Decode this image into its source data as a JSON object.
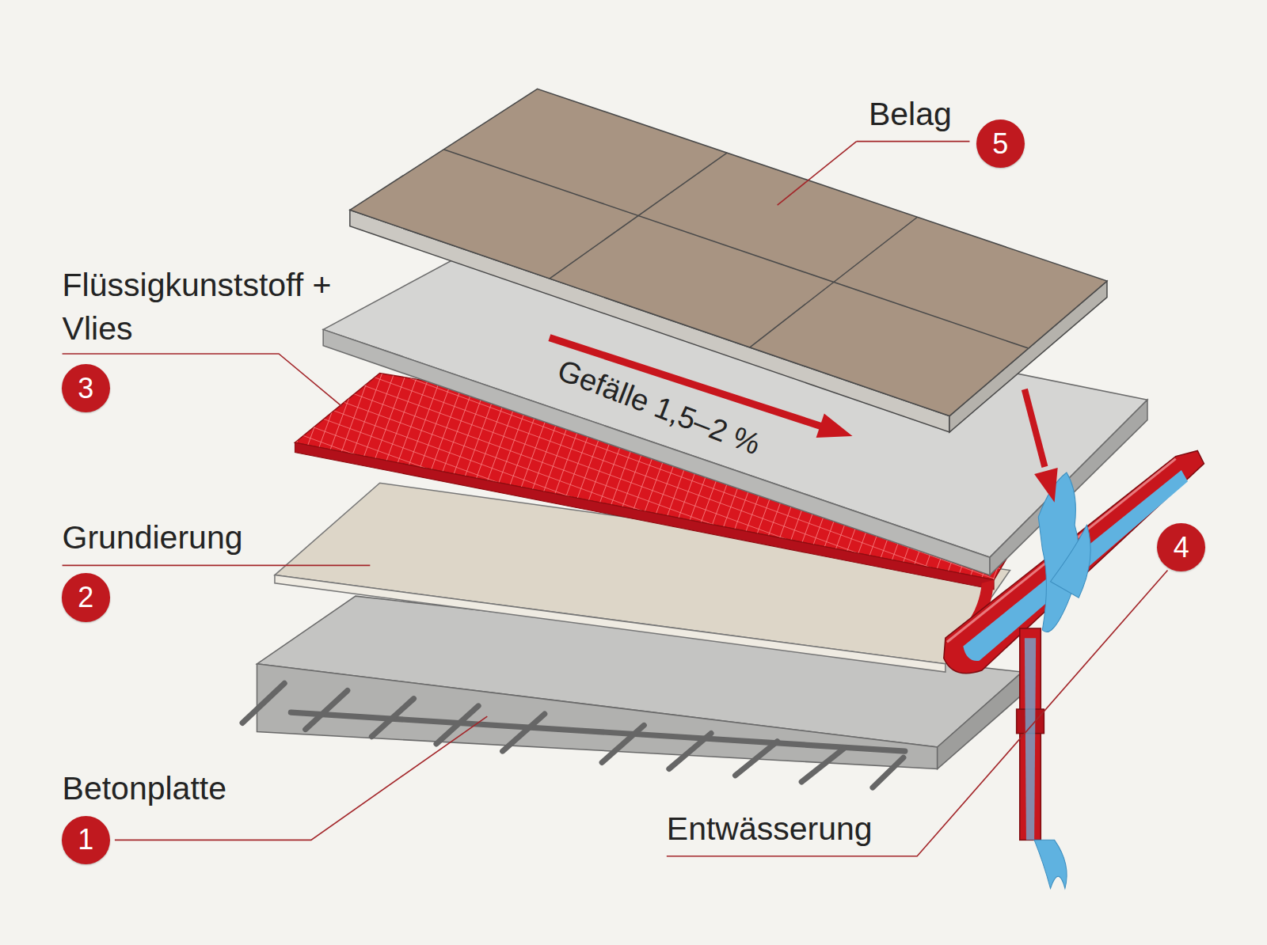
{
  "diagram": {
    "nodes": [
      {
        "text": [
          "5"
        ]
      },
      {
        "text": [
          "3"
        ]
      },
      {
        "text": [
          "4"
        ]
      },
      {
        "text": [
          "2"
        ]
      },
      {
        "text": [
          "1"
        ]
      }
    ],
    "labels": [
      "Belag",
      "Flüssigkunststoff + Vlies",
      "Gefälle 1,5–2 %",
      "Grundierung",
      "Betonplatte",
      "Entwässerung"
    ]
  }
}
